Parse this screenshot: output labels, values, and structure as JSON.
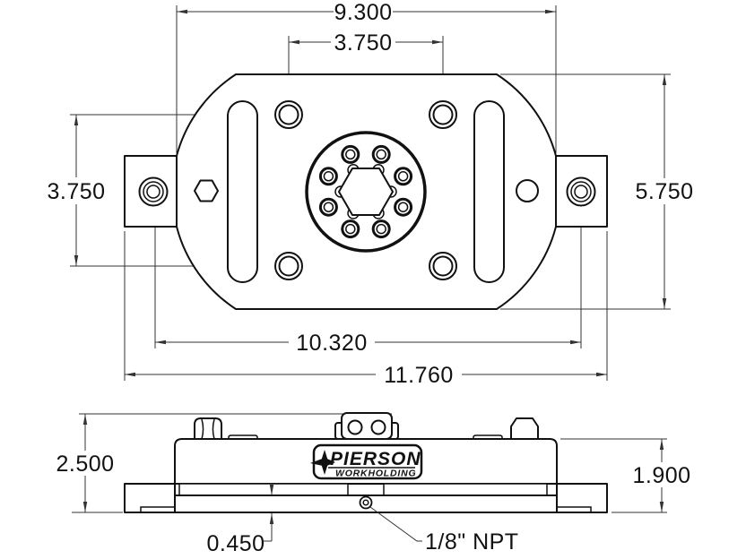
{
  "drawing": {
    "background_color": "#ffffff",
    "line_color": "#111111",
    "top_view": {
      "dim_body_width": "9.300",
      "dim_hole_spacing_horizontal": "3.750",
      "dim_hole_spacing_vertical": "3.750",
      "dim_overall_height": "5.750",
      "dim_tab_hole_spacing": "10.320",
      "dim_overall_width": "11.760"
    },
    "side_view": {
      "dim_total_height": "2.500",
      "dim_body_height": "1.900",
      "dim_base_thickness": "0.450",
      "port_callout": "1/8\" NPT"
    },
    "logo": {
      "brand": "PIERSON",
      "sub": "WORKHOLDING"
    }
  }
}
